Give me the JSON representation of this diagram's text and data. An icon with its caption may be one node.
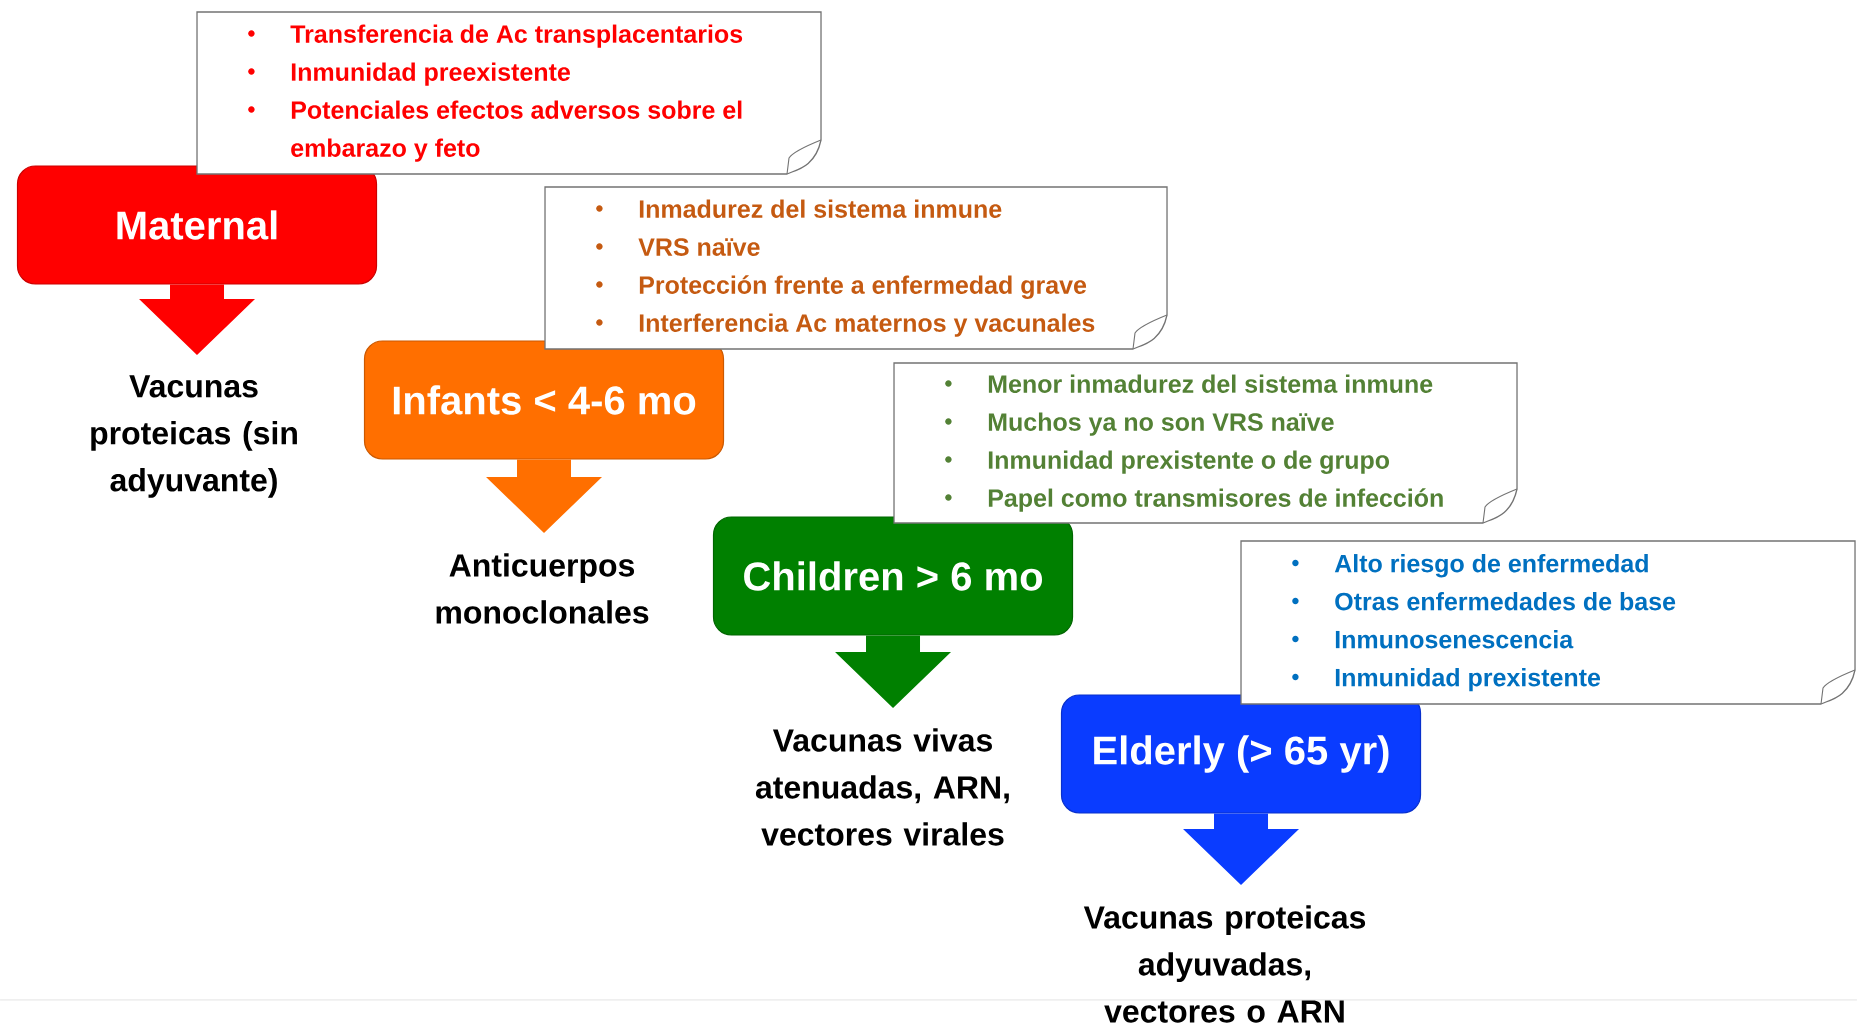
{
  "diagram": {
    "nodes": [
      {
        "text": [
          "Transferencia de Ac transplacentarios",
          "Inmunidad preexistente",
          "Potenciales efectos adversos sobre el embarazo y feto"
        ]
      },
      {
        "text": [
          "Maternal"
        ]
      },
      {
        "text": [
          "Vacunas proteicas (sin adyuvante)"
        ]
      },
      {
        "text": [
          "Inmadurez del sistema inmune",
          "VRS naïve",
          "Protección frente a enfermedad grave",
          "Interferencia Ac maternos y vacunales"
        ]
      },
      {
        "text": [
          "Infants < 4-6 mo"
        ]
      },
      {
        "text": [
          "Anticuerpos monoclonales"
        ]
      },
      {
        "text": [
          "Menor inmadurez del sistema inmune",
          "Muchos ya no son VRS naïve",
          "Inmunidad prexistente o de grupo",
          "Papel como transmisores de infección"
        ]
      },
      {
        "text": [
          "Children > 6 mo"
        ]
      },
      {
        "text": [
          "Vacunas vivas atenuadas, ARN, vectores virales"
        ]
      },
      {
        "text": [
          "Alto riesgo de enfermedad",
          "Otras enfermedades de base",
          "Inmunosenescencia",
          "Inmunidad prexistente"
        ]
      },
      {
        "text": [
          "Elderly (> 65 yr)"
        ]
      },
      {
        "text": [
          "Vacunas proteicas adyuvadas, vectores o ARN"
        ]
      }
    ],
    "edges": [
      {
        "from": 1,
        "to": 2,
        "arrow": "to",
        "color": "#ff0000"
      },
      {
        "from": 4,
        "to": 5,
        "arrow": "to",
        "color": "#ff6f00"
      },
      {
        "from": 7,
        "to": 8,
        "arrow": "to",
        "color": "#008000"
      },
      {
        "from": 10,
        "to": 11,
        "arrow": "to",
        "color": "#0a3cff"
      }
    ]
  }
}
